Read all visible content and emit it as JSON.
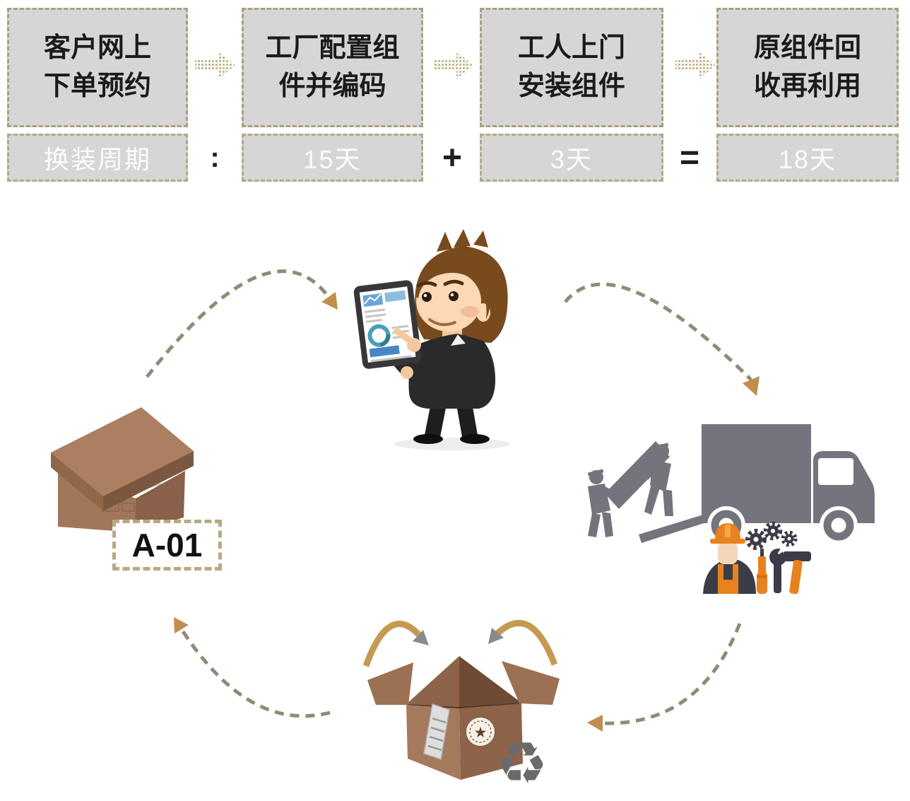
{
  "flow": {
    "steps": [
      {
        "line1": "客户网上",
        "line2": "下单预约",
        "duration": "换装周期"
      },
      {
        "line1": "工厂配置组",
        "line2": "件并编码",
        "duration": "15天"
      },
      {
        "line1": "工人上门",
        "line2": "安装组件",
        "duration": "3天"
      },
      {
        "line1": "原组件回",
        "line2": "收再利用",
        "duration": "18天"
      }
    ],
    "separators": {
      "colon": ":",
      "plus": "+",
      "equals": "="
    }
  },
  "cycle": {
    "package_label": "A-01",
    "icons": {
      "recycle": "♻",
      "star": "★"
    }
  },
  "colors": {
    "step_box_fill": "#d6d6d6",
    "dashed_border": "#ab9f7c",
    "step_text": "#1b1b1b",
    "duration_text": "#f5f5f5",
    "hatch_arrow": "#c5b98f",
    "arc_dash": "#8f8b77",
    "arc_arrowhead": "#c28d4d",
    "cardboard_light": "#ac7f61",
    "cardboard_mid": "#a1765a",
    "cardboard_dark": "#8a614a",
    "truck_gray": "#74747c",
    "worker_orange": "#e8821e",
    "tablet_chart_blue": "#6aa5d8"
  }
}
